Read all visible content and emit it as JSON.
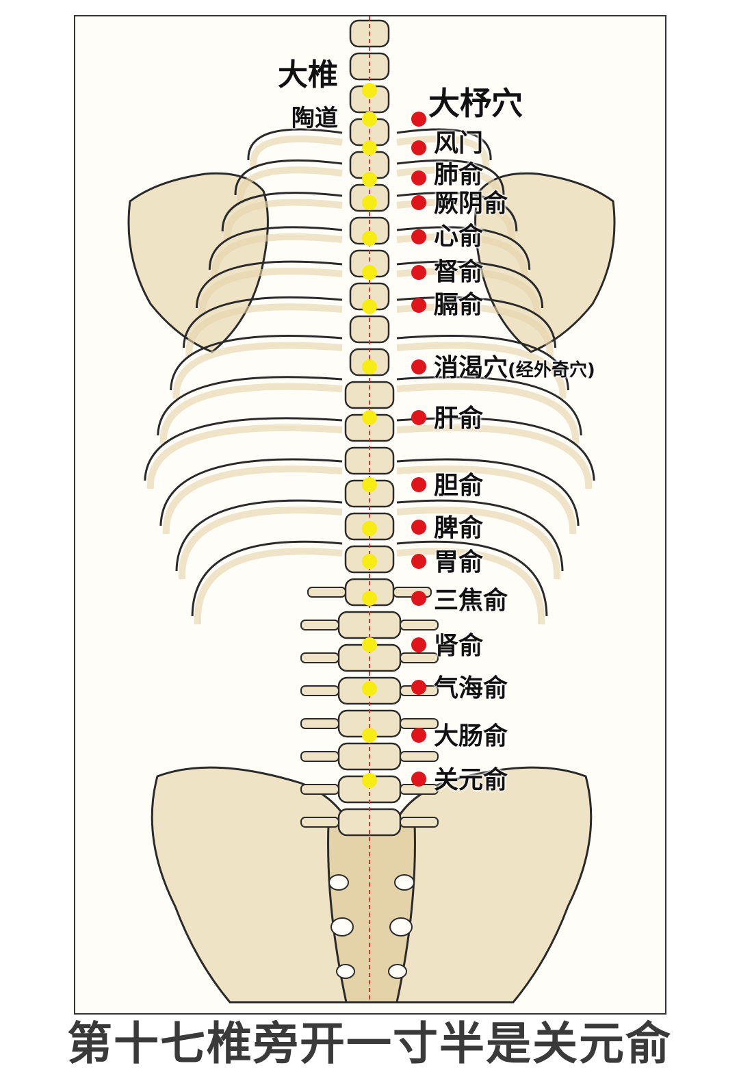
{
  "labels": {
    "dazhui": "大椎",
    "taodao": "陶道",
    "dazhu": "大杼穴"
  },
  "points": [
    {
      "name": "风门"
    },
    {
      "name": "肺俞"
    },
    {
      "name": "厥阴俞"
    },
    {
      "name": "心俞"
    },
    {
      "name": "督俞"
    },
    {
      "name": "膈俞"
    },
    {
      "name": "消渴穴",
      "note": "(经外奇穴)"
    },
    {
      "name": "肝俞"
    },
    {
      "name": "胆俞"
    },
    {
      "name": "脾俞"
    },
    {
      "name": "胃俞"
    },
    {
      "name": "三焦俞"
    },
    {
      "name": "肾俞"
    },
    {
      "name": "气海俞"
    },
    {
      "name": "大肠俞"
    },
    {
      "name": "关元俞"
    }
  ],
  "caption": "第十七椎旁开一寸半是关元俞",
  "colors": {
    "bone": "#efe3c6",
    "bone_shade": "#e4d2a8",
    "outline": "#2a2a2a",
    "acupoint_red": "#e0141b",
    "spine_yellow": "#f7ec14",
    "midline": "#d9352f"
  }
}
